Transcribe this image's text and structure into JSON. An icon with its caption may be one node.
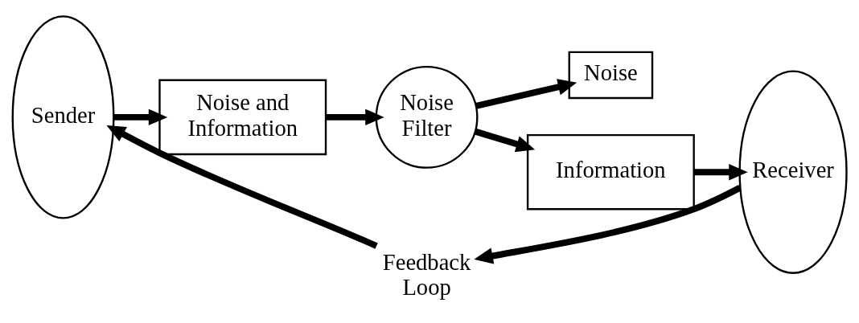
{
  "diagram": {
    "nodes": [
      {
        "text": [
          "Sender"
        ]
      },
      {
        "text": [
          "Noise and Information"
        ]
      },
      {
        "text": [
          "Noise Filter"
        ]
      },
      {
        "text": [
          "Noise"
        ]
      },
      {
        "text": [
          "Information"
        ]
      },
      {
        "text": [
          "Receiver"
        ]
      },
      {
        "text": [
          "Feedback Loop"
        ]
      }
    ],
    "edges": [
      {
        "from": 0,
        "to": 1,
        "arrow": "to"
      },
      {
        "from": 1,
        "to": 2,
        "arrow": "to"
      },
      {
        "from": 2,
        "to": 3,
        "arrow": "to"
      },
      {
        "from": 2,
        "to": 4,
        "arrow": "to"
      },
      {
        "from": 4,
        "to": 5,
        "arrow": "to"
      },
      {
        "from": 5,
        "to": 6,
        "arrow": "to"
      },
      {
        "from": 6,
        "to": 0,
        "arrow": "to"
      }
    ]
  }
}
